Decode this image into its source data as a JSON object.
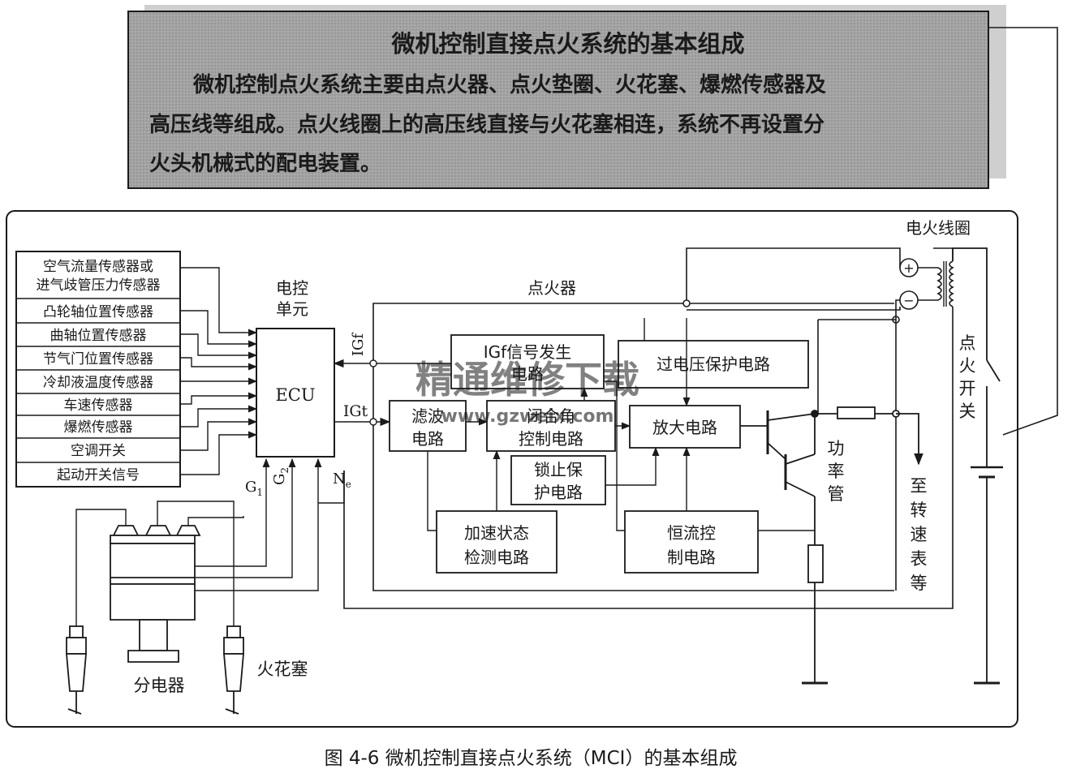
{
  "header": {
    "title": "微机控制直接点火系统的基本组成",
    "lines": [
      "微机控制点火系统主要由点火器、点火垫圈、火花塞、爆燃传感器及",
      "高压线等组成。点火线圈上的高压线直接与火花塞相连，系统不再设置分",
      "火头机械式的配电装置。"
    ]
  },
  "sensors": [
    "空气流量传感器或",
    "进气歧管压力传感器",
    "凸轮轴位置传感器",
    "曲轴位置传感器",
    "节气门位置传感器",
    "冷却液温度传感器",
    "车速传感器",
    "爆燃传感器",
    "空调开关",
    "起动开关信号"
  ],
  "ecu": {
    "label_top": "电控",
    "label_bottom": "单元",
    "name": "ECU",
    "igf": "IGf",
    "igt": "IGt",
    "g1": "G",
    "g1_sub": "1",
    "g2": "G",
    "g2_sub": "2",
    "ne": "N",
    "ne_sub": "e"
  },
  "igniter": {
    "label": "点火器",
    "blocks": {
      "igf_gen": [
        "IGf信号发生",
        "电路"
      ],
      "overvolt": "过电压保护电路",
      "filter": [
        "滤波",
        "电路"
      ],
      "dwell": [
        "闭合角",
        "控制电路"
      ],
      "lock": [
        "锁止保",
        "护电路"
      ],
      "amp": "放大电路",
      "accel": [
        "加速状态",
        "检测电路"
      ],
      "const": [
        "恒流控",
        "制电路"
      ]
    },
    "power_transistor": [
      "功",
      "率",
      "管"
    ]
  },
  "coil": {
    "label": "电火线圈",
    "plus": "+",
    "minus": "−"
  },
  "switch_label": [
    "点",
    "火",
    "开",
    "关"
  ],
  "tach_label": [
    "至",
    "转",
    "速",
    "表",
    "等"
  ],
  "distributor_label": "分电器",
  "spark_plug_label": "火花塞",
  "watermark": {
    "text": "精通维修下载",
    "url": "www.gzweix.com"
  },
  "caption": "图 4-6    微机控制直接点火系统（MCI）的基本组成",
  "colors": {
    "banner_bg": "#a6a6a6",
    "watermark": "#f2b48a"
  }
}
